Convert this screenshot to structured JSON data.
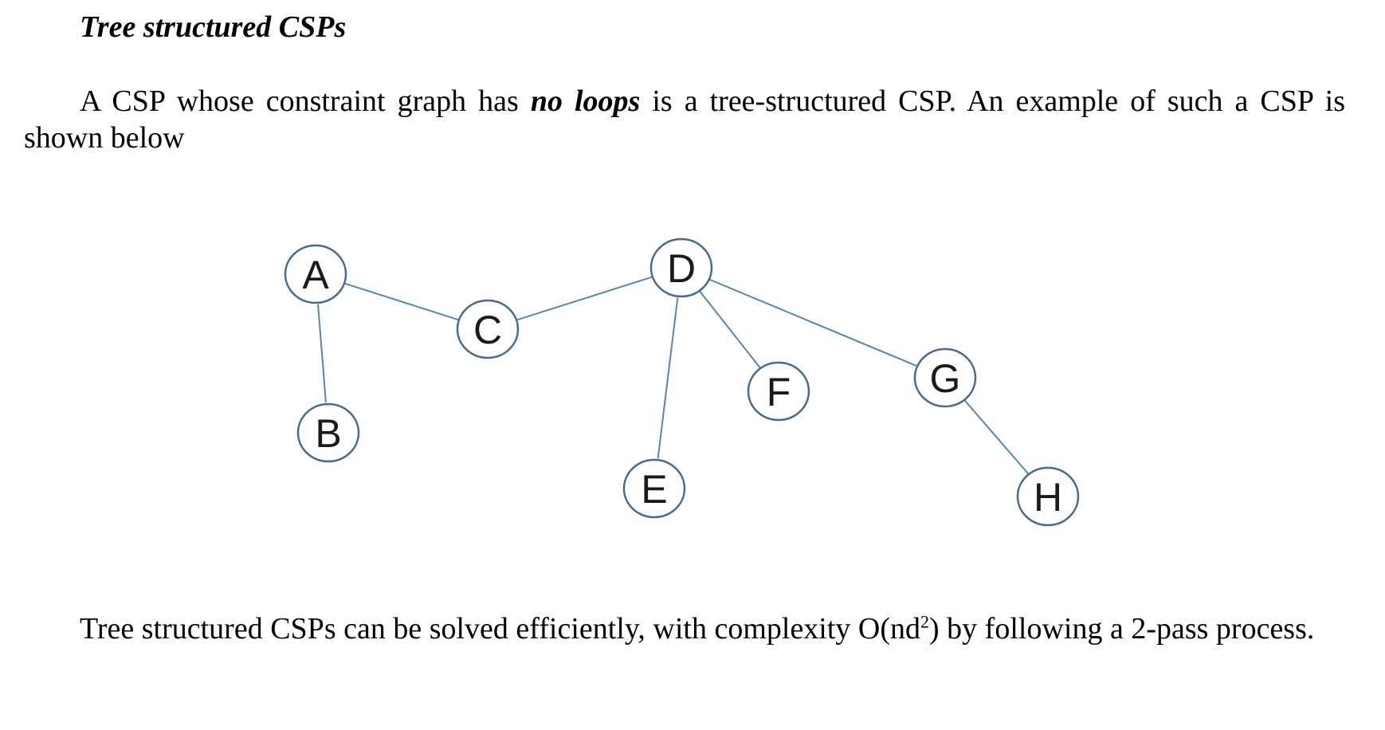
{
  "heading": "Tree structured CSPs",
  "para1": {
    "before": "A CSP whose constraint graph has ",
    "emph": "no loops",
    "after": " is a tree-structured CSP. An example of such a CSP is shown below"
  },
  "graph": {
    "nodes": [
      {
        "id": "A",
        "label": "A"
      },
      {
        "id": "B",
        "label": "B"
      },
      {
        "id": "C",
        "label": "C"
      },
      {
        "id": "D",
        "label": "D"
      },
      {
        "id": "E",
        "label": "E"
      },
      {
        "id": "F",
        "label": "F"
      },
      {
        "id": "G",
        "label": "G"
      },
      {
        "id": "H",
        "label": "H"
      }
    ],
    "edges": [
      [
        "A",
        "B"
      ],
      [
        "A",
        "C"
      ],
      [
        "C",
        "D"
      ],
      [
        "D",
        "E"
      ],
      [
        "D",
        "F"
      ],
      [
        "D",
        "G"
      ],
      [
        "G",
        "H"
      ]
    ],
    "node_stroke_color": "#4a6a8a",
    "edge_color": "#5a84b0"
  },
  "para2": {
    "before": "Tree structured CSPs can be solved efficiently, with complexity O(nd",
    "sup": "2",
    "after": ") by following a 2-pass process."
  }
}
